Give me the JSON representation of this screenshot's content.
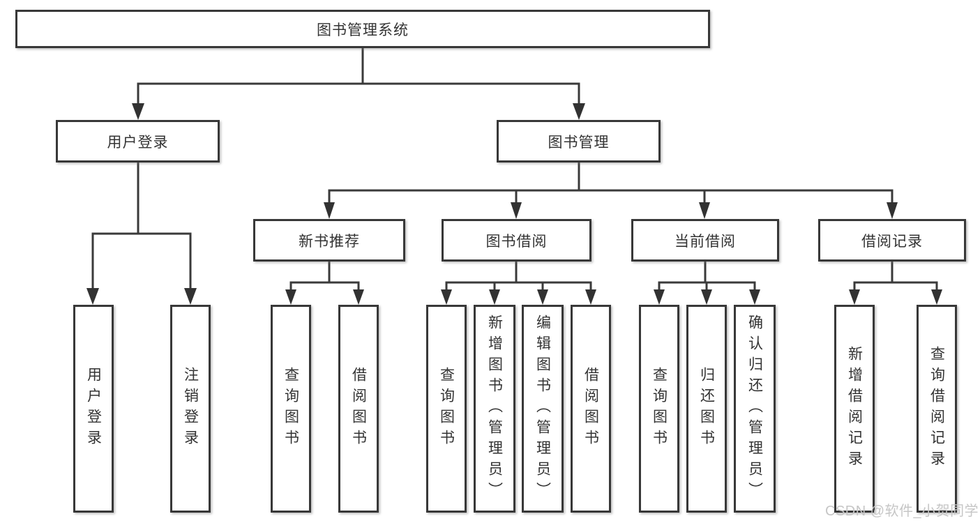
{
  "diagram_title": "图书管理系统",
  "watermark": "CSDN @软件_小贺同学",
  "colors": {
    "line": "#3a3a3a",
    "box_border": "#383838",
    "box_fill": "#ffffff",
    "text": "#333333",
    "watermark": "#c6c6c6"
  },
  "tree": {
    "root": {
      "label": "图书管理系统"
    },
    "level2": [
      {
        "label": "用户登录",
        "children": [
          "用户登录",
          "注销登录"
        ]
      },
      {
        "label": "图书管理"
      }
    ],
    "level3": [
      {
        "label": "新书推荐",
        "children": [
          "查询图书",
          "借阅图书"
        ]
      },
      {
        "label": "图书借阅",
        "children": [
          "查询图书",
          "新增图书（管理员）",
          "编辑图书（管理员）",
          "借阅图书"
        ]
      },
      {
        "label": "当前借阅",
        "children": [
          "查询图书",
          "归还图书",
          "确认归还（管理员）"
        ]
      },
      {
        "label": "借阅记录",
        "children": [
          "新增借阅记录",
          "查询借阅记录"
        ]
      }
    ]
  }
}
